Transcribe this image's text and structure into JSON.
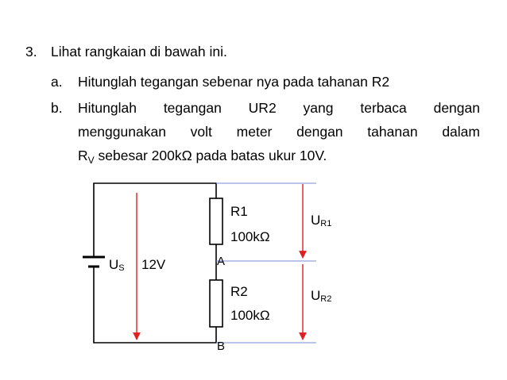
{
  "question": {
    "number": "3.",
    "prompt": "Lihat rangkaian di bawah ini.",
    "a_label": "a.",
    "a_text": "Hitunglah tegangan sebenar nya pada tahanan R2",
    "b_label": "b.",
    "b_line1_words": [
      "Hitunglah",
      "tegangan",
      "UR2",
      "yang",
      "terbaca",
      "dengan"
    ],
    "b_line2_words": [
      "menggunakan",
      "volt",
      "meter",
      "dengan",
      "tahanan",
      "dalam"
    ],
    "b_line3_r": "R",
    "b_line3_sub": "V",
    "b_line3_rest": " sebesar 200kΩ pada batas ukur 10V."
  },
  "circuit": {
    "r1_label": "R1",
    "r1_value": "100kΩ",
    "r2_label": "R2",
    "r2_value": "100kΩ",
    "node_a": "A",
    "node_b": "B",
    "source_main": "U",
    "source_sub": "S",
    "source_value": "12V",
    "ur1_main": "U",
    "ur1_sub": "R1",
    "ur2_main": "U",
    "ur2_sub": "R2",
    "arrow_color": "#e02020",
    "guide_color": "#7a8ad8",
    "wire_color": "#000000"
  }
}
